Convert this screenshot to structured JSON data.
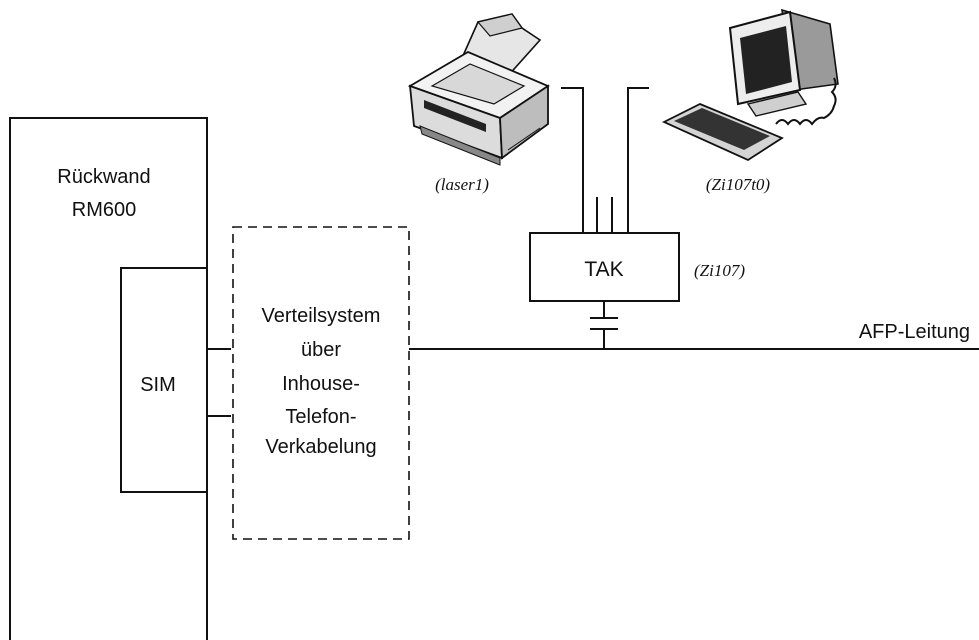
{
  "backplane": {
    "title_line1": "Rückwand",
    "title_line2": "RM600"
  },
  "sim": {
    "label": "SIM"
  },
  "distribution": {
    "line1": "Verteilsystem",
    "line2": "über",
    "line3": "Inhouse-",
    "line4": "Telefon-",
    "line5": "Verkabelung"
  },
  "tak": {
    "label": "TAK",
    "id": "(Zi107)"
  },
  "printer": {
    "label": "(laser1)",
    "icon": "printer-icon"
  },
  "computer": {
    "label": "(Zi107t0)",
    "icon": "computer-icon"
  },
  "bus": {
    "label": "AFP-Leitung"
  },
  "colors": {
    "ink": "#111111",
    "paper": "#ffffff"
  }
}
